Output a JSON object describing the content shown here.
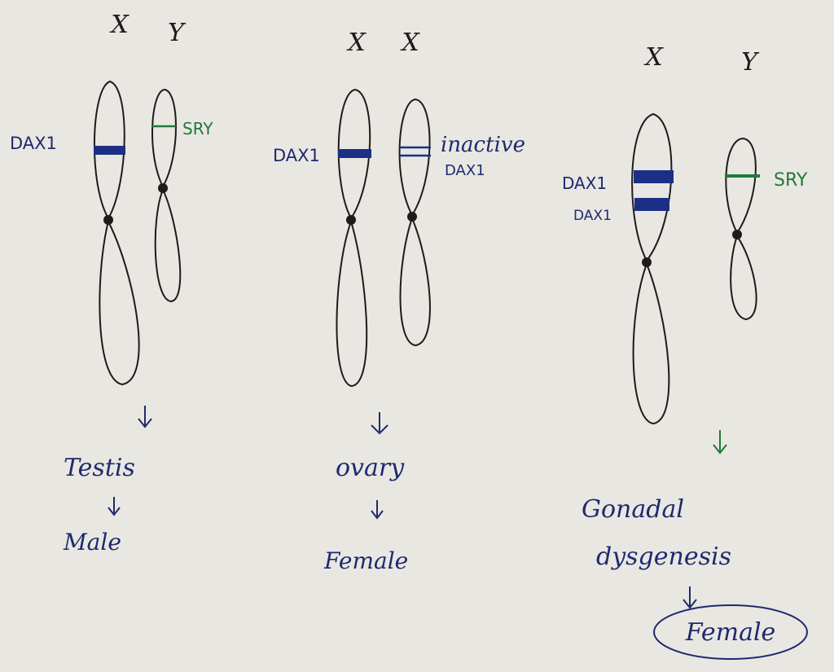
{
  "colors": {
    "paper": "#e9e7e2",
    "ink": "#1e1b1a",
    "blue_band": "#1c2f86",
    "green": "#1f7a3a",
    "blue_text": "#1e2a6e"
  },
  "panels": [
    {
      "chromosome_labels": [
        "X",
        "Y"
      ],
      "band_labels": [
        "DAX1",
        "SRY"
      ],
      "gonad": "Testis",
      "sex": "Male"
    },
    {
      "chromosome_labels": [
        "X",
        "X"
      ],
      "band_labels": [
        "DAX1",
        "inactive",
        "DAX1"
      ],
      "gonad": "ovary",
      "sex": "Female"
    },
    {
      "chromosome_labels": [
        "X",
        "Y"
      ],
      "band_labels": [
        "DAX1",
        "DAX1",
        "SRY"
      ],
      "gonad_line1": "Gonadal",
      "gonad_line2": "dysgenesis",
      "sex": "Female"
    }
  ]
}
